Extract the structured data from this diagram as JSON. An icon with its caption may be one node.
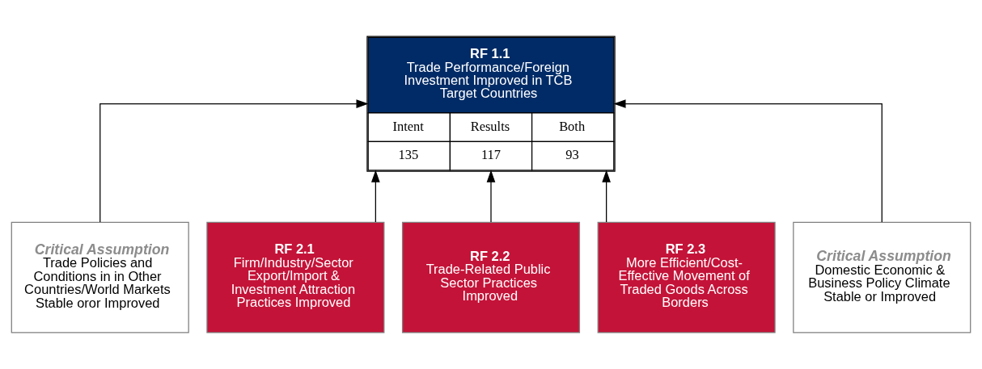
{
  "diagram": {
    "nodes": [
      {
        "text": [
          "RF 1.1",
          "Trade Performance/Foreign Investment Improved in TCB Target Countries",
          "Intent",
          "Results",
          "Both",
          "135",
          "117",
          "93"
        ]
      },
      {
        "text": [
          "Critical Assumption",
          "Trade Policies and Conditions in in Other Countries/World Markets Stable oror Improved"
        ]
      },
      {
        "text": [
          "RF 2.1",
          "Firm/Industry/Sector Export/Import & Investment Attraction Practices Improved"
        ]
      },
      {
        "text": [
          "RF 2.2",
          "Trade-Related Public Sector Practices Improved"
        ]
      },
      {
        "text": [
          "RF 2.3",
          "More Efficient/Cost-Effective Movement of Traded Goods Across Borders"
        ]
      },
      {
        "text": [
          "Critical Assumption",
          "Domestic Economic & Business Policy Climate Stable or Improved"
        ]
      }
    ],
    "edges": [
      {
        "from": 1,
        "to": 0,
        "arrow": "to"
      },
      {
        "from": 2,
        "to": 0,
        "arrow": "to"
      },
      {
        "from": 3,
        "to": 0,
        "arrow": "to"
      },
      {
        "from": 4,
        "to": 0,
        "arrow": "to"
      },
      {
        "from": 5,
        "to": 0,
        "arrow": "to"
      }
    ]
  }
}
